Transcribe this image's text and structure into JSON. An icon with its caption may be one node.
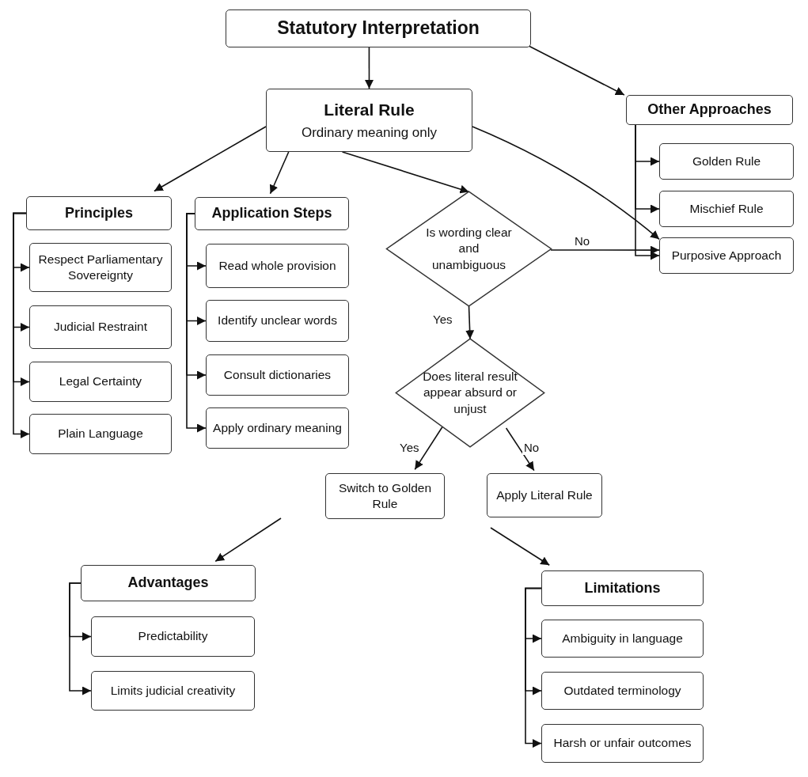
{
  "diagram": {
    "nodes": [
      {
        "text": [
          "Statutory Interpretation"
        ]
      },
      {
        "text": [
          "Literal Rule",
          "Ordinary meaning only"
        ]
      },
      {
        "text": [
          "Other Approaches"
        ]
      },
      {
        "text": [
          "Golden Rule"
        ]
      },
      {
        "text": [
          "Mischief Rule"
        ]
      },
      {
        "text": [
          "Purposive Approach"
        ]
      },
      {
        "text": [
          "Principles"
        ]
      },
      {
        "text": [
          "Respect Parliamentary Sovereignty"
        ]
      },
      {
        "text": [
          "Judicial Restraint"
        ]
      },
      {
        "text": [
          "Legal Certainty"
        ]
      },
      {
        "text": [
          "Plain Language"
        ]
      },
      {
        "text": [
          "Application Steps"
        ]
      },
      {
        "text": [
          "Read whole provision"
        ]
      },
      {
        "text": [
          "Identify unclear words"
        ]
      },
      {
        "text": [
          "Consult dictionaries"
        ]
      },
      {
        "text": [
          "Apply ordinary meaning"
        ]
      },
      {
        "text": [
          "Is wording clear and unambiguous"
        ]
      },
      {
        "text": [
          "Does literal result appear absurd or unjust"
        ]
      },
      {
        "text": [
          "Switch to Golden Rule"
        ]
      },
      {
        "text": [
          "Apply Literal Rule"
        ]
      },
      {
        "text": [
          "Advantages"
        ]
      },
      {
        "text": [
          "Predictability"
        ]
      },
      {
        "text": [
          "Limits judicial creativity"
        ]
      },
      {
        "text": [
          "Limitations"
        ]
      },
      {
        "text": [
          "Ambiguity in language"
        ]
      },
      {
        "text": [
          "Outdated terminology"
        ]
      },
      {
        "text": [
          "Harsh or unfair outcomes"
        ]
      }
    ],
    "edges": [
      {
        "from": 0,
        "to": 1,
        "arrow": "to"
      },
      {
        "from": 0,
        "to": 2,
        "arrow": "to"
      },
      {
        "from": 1,
        "to": 6,
        "arrow": "to"
      },
      {
        "from": 1,
        "to": 11,
        "arrow": "to"
      },
      {
        "from": 1,
        "to": 16,
        "arrow": "to"
      },
      {
        "from": 1,
        "to": 5,
        "arrow": "to"
      },
      {
        "from": 16,
        "to": 17,
        "arrow": "to",
        "label": "Yes"
      },
      {
        "from": 16,
        "to": 5,
        "arrow": "to",
        "label": "No"
      },
      {
        "from": 17,
        "to": 18,
        "arrow": "to",
        "label": "Yes"
      },
      {
        "from": 17,
        "to": 19,
        "arrow": "to",
        "label": "No"
      },
      {
        "from": null,
        "to": 20,
        "arrow": "to"
      },
      {
        "from": null,
        "to": 23,
        "arrow": "to"
      },
      {
        "from": 2,
        "to": 3,
        "arrow": "to"
      },
      {
        "from": 2,
        "to": 4,
        "arrow": "to"
      },
      {
        "from": 2,
        "to": 5,
        "arrow": "to"
      },
      {
        "from": 6,
        "to": 7,
        "arrow": "to"
      },
      {
        "from": 6,
        "to": 8,
        "arrow": "to"
      },
      {
        "from": 6,
        "to": 9,
        "arrow": "to"
      },
      {
        "from": 6,
        "to": 10,
        "arrow": "to"
      },
      {
        "from": 11,
        "to": 12,
        "arrow": "to"
      },
      {
        "from": 11,
        "to": 13,
        "arrow": "to"
      },
      {
        "from": 11,
        "to": 14,
        "arrow": "to"
      },
      {
        "from": 11,
        "to": 15,
        "arrow": "to"
      },
      {
        "from": 20,
        "to": 21,
        "arrow": "to"
      },
      {
        "from": 20,
        "to": 22,
        "arrow": "to"
      },
      {
        "from": 23,
        "to": 24,
        "arrow": "to"
      },
      {
        "from": 23,
        "to": 25,
        "arrow": "to"
      },
      {
        "from": 23,
        "to": 26,
        "arrow": "to"
      }
    ]
  }
}
